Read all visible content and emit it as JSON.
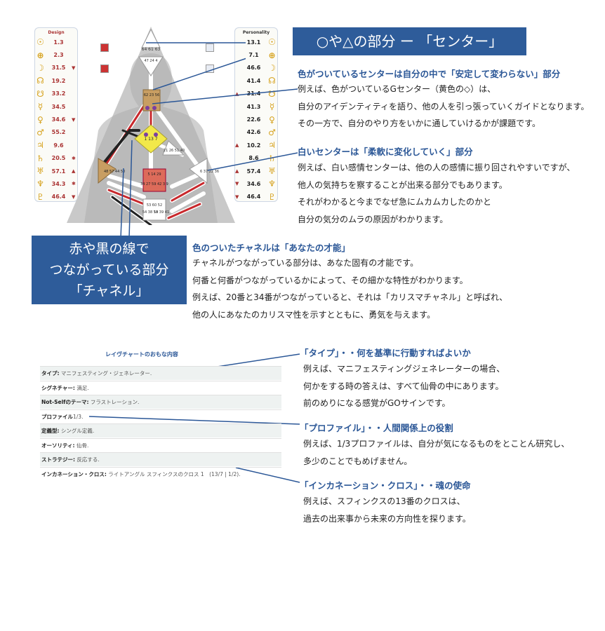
{
  "design_panel": {
    "title": "Design",
    "rows": [
      {
        "icon": "sun-icon",
        "glyph": "☉",
        "value": "1.3",
        "mark": ""
      },
      {
        "icon": "earth-icon",
        "glyph": "⊕",
        "value": "2.3",
        "mark": ""
      },
      {
        "icon": "moon-icon",
        "glyph": "☽",
        "value": "31.5",
        "mark": "▼"
      },
      {
        "icon": "north-node-icon",
        "glyph": "☊",
        "value": "19.2",
        "mark": ""
      },
      {
        "icon": "south-node-icon",
        "glyph": "☋",
        "value": "33.2",
        "mark": ""
      },
      {
        "icon": "mercury-icon",
        "glyph": "☿",
        "value": "34.5",
        "mark": ""
      },
      {
        "icon": "venus-icon",
        "glyph": "♀",
        "value": "34.6",
        "mark": "▼"
      },
      {
        "icon": "mars-icon",
        "glyph": "♂",
        "value": "55.2",
        "mark": ""
      },
      {
        "icon": "jupiter-icon",
        "glyph": "♃",
        "value": "9.6",
        "mark": ""
      },
      {
        "icon": "saturn-icon",
        "glyph": "♄",
        "value": "20.5",
        "mark": "✱"
      },
      {
        "icon": "uranus-icon",
        "glyph": "♅",
        "value": "57.1",
        "mark": "▲"
      },
      {
        "icon": "neptune-icon",
        "glyph": "♆",
        "value": "34.3",
        "mark": "✱"
      },
      {
        "icon": "pluto-icon",
        "glyph": "♇",
        "value": "46.4",
        "mark": "▼"
      }
    ]
  },
  "personality_panel": {
    "title": "Personality",
    "rows": [
      {
        "icon": "sun-icon",
        "glyph": "☉",
        "value": "13.1",
        "mark": ""
      },
      {
        "icon": "earth-icon",
        "glyph": "⊕",
        "value": "7.1",
        "mark": ""
      },
      {
        "icon": "moon-icon",
        "glyph": "☽",
        "value": "46.6",
        "mark": ""
      },
      {
        "icon": "north-node-icon",
        "glyph": "☊",
        "value": "41.4",
        "mark": ""
      },
      {
        "icon": "south-node-icon",
        "glyph": "☋",
        "value": "31.4",
        "mark": "▲"
      },
      {
        "icon": "mercury-icon",
        "glyph": "☿",
        "value": "41.3",
        "mark": ""
      },
      {
        "icon": "venus-icon",
        "glyph": "♀",
        "value": "22.6",
        "mark": ""
      },
      {
        "icon": "mars-icon",
        "glyph": "♂",
        "value": "42.6",
        "mark": ""
      },
      {
        "icon": "jupiter-icon",
        "glyph": "♃",
        "value": "10.2",
        "mark": "▲"
      },
      {
        "icon": "saturn-icon",
        "glyph": "♄",
        "value": "8.6",
        "mark": ""
      },
      {
        "icon": "uranus-icon",
        "glyph": "♅",
        "value": "57.4",
        "mark": "▲"
      },
      {
        "icon": "neptune-icon",
        "glyph": "♆",
        "value": "34.6",
        "mark": "▼"
      },
      {
        "icon": "pluto-icon",
        "glyph": "♇",
        "value": "46.4",
        "mark": "▼"
      }
    ]
  },
  "bodygraph": {
    "head_gates": "64 61 63",
    "ajna_gates": "47 24 4",
    "throat_gates": "62 23 56",
    "g_gates": "1 13 7",
    "spleen_gates": "48 57 44 50",
    "sacral_gates": "5 14 29",
    "root_gates": "53 60 52",
    "solar_plexus_gates": "6 37 22 36",
    "heart_gates": "21 26 51 40",
    "sacral_lower_gates": "34 27 59 42 3 9",
    "root_left_gates": "54 38 58",
    "root_right_gates": "19 39 41"
  },
  "callouts": {
    "center_box": "○や△の部分 ー 「センター」",
    "channel_box_lines": [
      "赤や黒の線で",
      "つながっている部分",
      "「チャネル」"
    ]
  },
  "sections": {
    "colored_center": {
      "heading": "色がついているセンターは自分の中で「安定して変わらない」部分",
      "lines": [
        "例えば、色がついているGセンター（黄色の◇）は、",
        "自分のアイデンティティを語り、他の人を引っ張っていくガイドとなります。",
        "その一方で、自分のやり方をいかに通していけるかが課題です。"
      ]
    },
    "white_center": {
      "heading": "白いセンターは「柔軟に変化していく」部分",
      "lines": [
        "例えば、白い感情センターは、他の人の感情に振り回されやすいですが、",
        "他人の気持ちを察することが出来る部分でもあります。",
        "それがわかると今までなぜ急にムカムカしたのかと",
        "自分の気分のムラの原因がわかります。"
      ]
    },
    "channel": {
      "heading": "色のついたチャネルは「あなたの才能」",
      "lines": [
        "チャネルがつながっている部分は、あなた固有の才能です。",
        "何番と何番がつながっているかによって、その細かな特性がわかります。",
        "例えば、20番と34番がつながっていると、それは「カリスマチャネル」と呼ばれ、",
        "他の人にあなたのカリスマ性を示すとともに、勇気を与えます。"
      ]
    },
    "type": {
      "heading": "「タイプ」・・何を基準に行動すればよいか",
      "lines": [
        "例えば、マニフェスティングジェネレーターの場合、",
        "何かをする時の答えは、すべて仙骨の中にあります。",
        "前のめりになる感覚がGOサインです。"
      ]
    },
    "profile": {
      "heading": "「プロファイル」・・人間関係上の役割",
      "lines": [
        "例えば、1/3プロファイルは、自分が気になるものをとことん研究し、",
        "多少のことでもめげません。"
      ]
    },
    "cross": {
      "heading": "「インカネーション・クロス」・・魂の使命",
      "lines": [
        "例えば、スフィンクスの13番のクロスは、",
        "過去の出来事から未来の方向性を探ります。"
      ]
    }
  },
  "rave_table": {
    "title": "レイヴチャートのおもな内容",
    "rows": [
      {
        "label": "タイプ:",
        "value": " マニフェスティング・ジェネレーター.",
        "shade": true
      },
      {
        "label": "シグネチャー:",
        "value": " 満足.",
        "shade": false
      },
      {
        "label": "Not-Selfのテーマ:",
        "value": " フラストレーション.",
        "shade": true
      },
      {
        "label": "プロファイル",
        "value": "1/3.",
        "shade": false
      },
      {
        "label": "定義型:",
        "value": " シングル定義.",
        "shade": true
      },
      {
        "label": "オーソリティ:",
        "value": " 仙骨.",
        "shade": false
      },
      {
        "label": "ストラテジー:",
        "value": " 反応する.",
        "shade": true
      },
      {
        "label": "インカネーション・クロス:",
        "value": " ライトアングル スフィンクスのクロス 1　(13/7 | 1/2).",
        "shade": false
      }
    ]
  },
  "colors": {
    "accent_blue": "#2b5797",
    "box_blue": "#2e5c9a",
    "center_tan": "#c89e62",
    "center_red": "#dd6b5a",
    "g_yellow": "#f2e84a",
    "channel_red": "#c8282c"
  }
}
